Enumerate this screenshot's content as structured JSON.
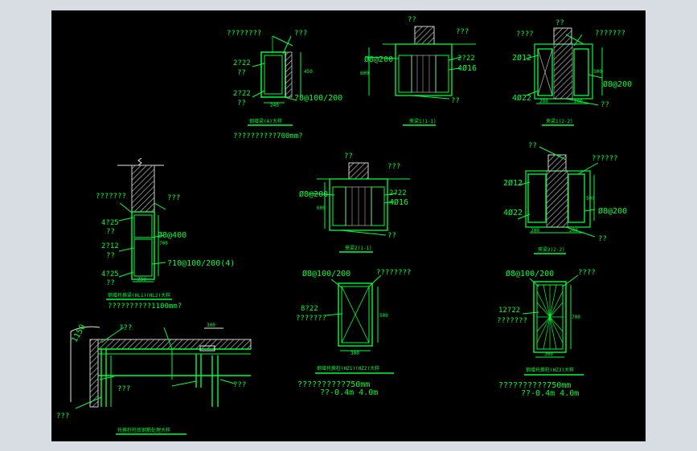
{
  "labels": {
    "d1_top_left": "????????",
    "d1_top_right": "???",
    "d1_left_a": "2?22",
    "d1_left_b": "??",
    "d1_left_c": "2?22",
    "d1_left_d": "??",
    "d1_right": "?8@100/200",
    "d1_dim_h": "450",
    "d1_dim_w": "240",
    "d1_title": "钢增梁(A)大样",
    "d1_note": "??????????700mm?",
    "d2_top_a": "??",
    "d2_top_b": "???",
    "d2_left": "Ø8@200",
    "d2_right_a": "2?22",
    "d2_right_b": "4Ø16",
    "d2_bottom": "??",
    "d2_dim_h": "600",
    "d2_title": "夹梁1(1-1)",
    "d3_top_a": "????",
    "d3_top_b": "??",
    "d3_top_c": "???????",
    "d3_left_a": "2Ø12",
    "d3_left_b": "4Ø22",
    "d3_right": "Ø8@200",
    "d3_bottom": "??",
    "d3_dim_h": "500",
    "d3_dim_w1": "200",
    "d3_dim_w2": "200",
    "d3_title": "夹梁1(2-2)",
    "d4_left_a": "???????",
    "d4_right_a": "???",
    "d4_left_b": "4?25",
    "d4_left_c": "??",
    "d4_right_b": "Ø8@400",
    "d4_left_d": "2?12",
    "d4_left_e": "??",
    "d4_right_c": "?10@100/200(4)",
    "d4_left_f": "4?25",
    "d4_left_g": "??",
    "d4_dim_h": "700",
    "d4_dim_w": "250",
    "d4_title": "钢增托换梁(HL1)(HL2)大样",
    "d4_note": "??????????1100mm?",
    "d5_top_a": "??",
    "d5_top_b": "???",
    "d5_left": "Ø8@200",
    "d5_right_a": "2?22",
    "d5_right_b": "4Ø16",
    "d5_bottom": "??",
    "d5_dim_h": "600",
    "d5_title": "夹梁2(1-1)",
    "d6_top_a": "??",
    "d6_top_b": "??????",
    "d6_left_a": "2Ø12",
    "d6_left_b": "4Ø22",
    "d6_right": "Ø8@200",
    "d6_bottom": "??",
    "d6_dim_h": "500",
    "d6_dim_w1": "200",
    "d6_dim_w2": "200",
    "d6_title": "夹梁2(2-2)",
    "d7_top_left": "Ø8@100/200",
    "d7_top_right": "????????",
    "d7_left_a": "8?22",
    "d7_left_b": "???????",
    "d7_dim_h": "500",
    "d7_dim_w": "300",
    "d7_title": "钢增托换柱(HZ1)(HZ2)大样",
    "d7_note_a": "??????????750mm",
    "d7_note_b": "??-0.4m     4.0m",
    "d8_top_left": "Ø8@100/200",
    "d8_top_right": "????",
    "d8_left_a": "12?22",
    "d8_left_b": "???????",
    "d8_dim_h": "700",
    "d8_dim_w": "300",
    "d8_title": "钢增托换柱(HZ3)大样",
    "d8_note_a": "??????????750mm",
    "d8_note_b": "??-0.4m     4.0m",
    "d9_dim_a": "1150",
    "d9_dim_b": "300",
    "d9_mark_a": "???",
    "d9_mark_b": "???",
    "d9_mark_c": "???",
    "d9_mark_d": "???",
    "d9_title": "托换柱柱底钢筋处理大样"
  },
  "colors": {
    "background": "#000000",
    "frame": "#d8dde3",
    "linework": "#00ff3a",
    "hatch": "#e6e6e6"
  }
}
